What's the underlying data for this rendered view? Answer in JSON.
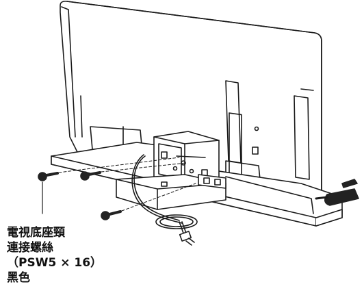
{
  "caption": {
    "line1": "電視底座頸",
    "line2": "連接螺絲",
    "line3": "（PSW5 × 16）",
    "line4": "黑色"
  },
  "colors": {
    "line": "#1a1a1a",
    "fill": "#ffffff",
    "screw": "#222222"
  },
  "icons": [
    "screw-icon",
    "power-plug-icon",
    "screwdriver-icon"
  ]
}
